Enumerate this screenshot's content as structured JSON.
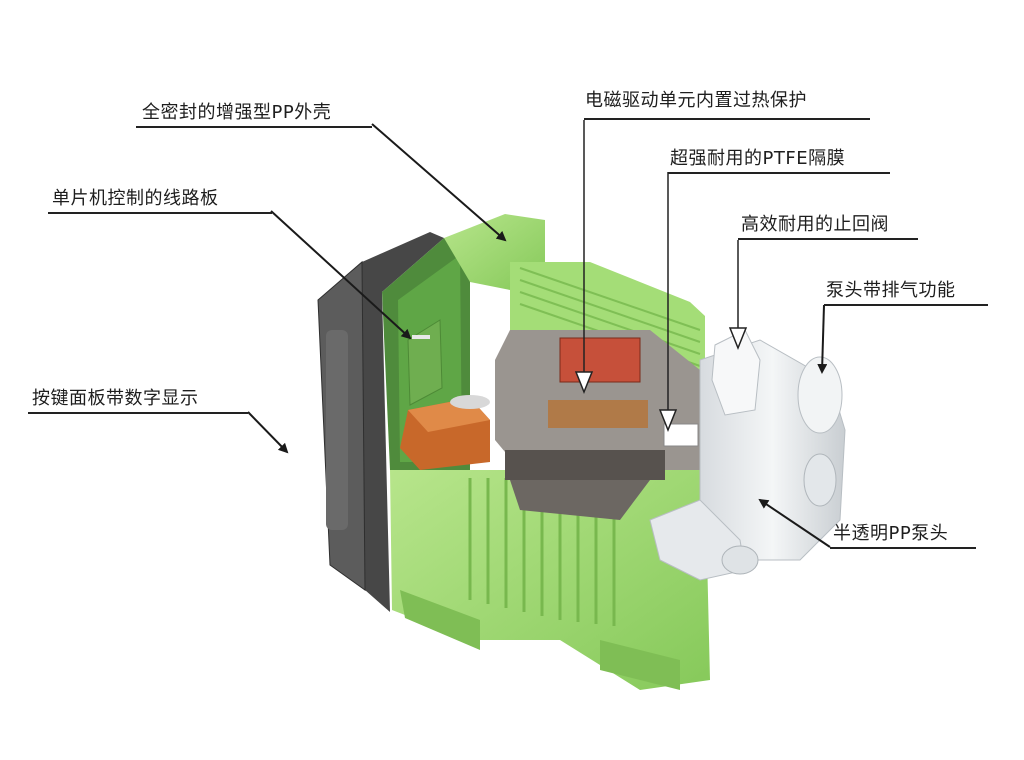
{
  "callouts": [
    {
      "id": "housing",
      "text": "全密封的增强型PP外壳"
    },
    {
      "id": "board",
      "text": "单片机控制的线路板"
    },
    {
      "id": "keypad",
      "text": "按键面板带数字显示"
    },
    {
      "id": "thermal",
      "text": "电磁驱动单元内置过热保护"
    },
    {
      "id": "ptfe",
      "text": "超强耐用的PTFE隔膜"
    },
    {
      "id": "valve",
      "text": "高效耐用的止回阀"
    },
    {
      "id": "vent",
      "text": "泵头带排气功能"
    },
    {
      "id": "head",
      "text": "半透明PP泵头"
    }
  ],
  "colors": {
    "housing_green": "#9bd66a",
    "housing_green_dark": "#6fb24a",
    "housing_green_light": "#b9e68e",
    "panel_gray": "#5e5e5e",
    "panel_gray_dark": "#3c3c3c",
    "pump_head": "#e9ecee",
    "magnet_red": "#c8523a",
    "board_orange": "#c86a2a"
  }
}
